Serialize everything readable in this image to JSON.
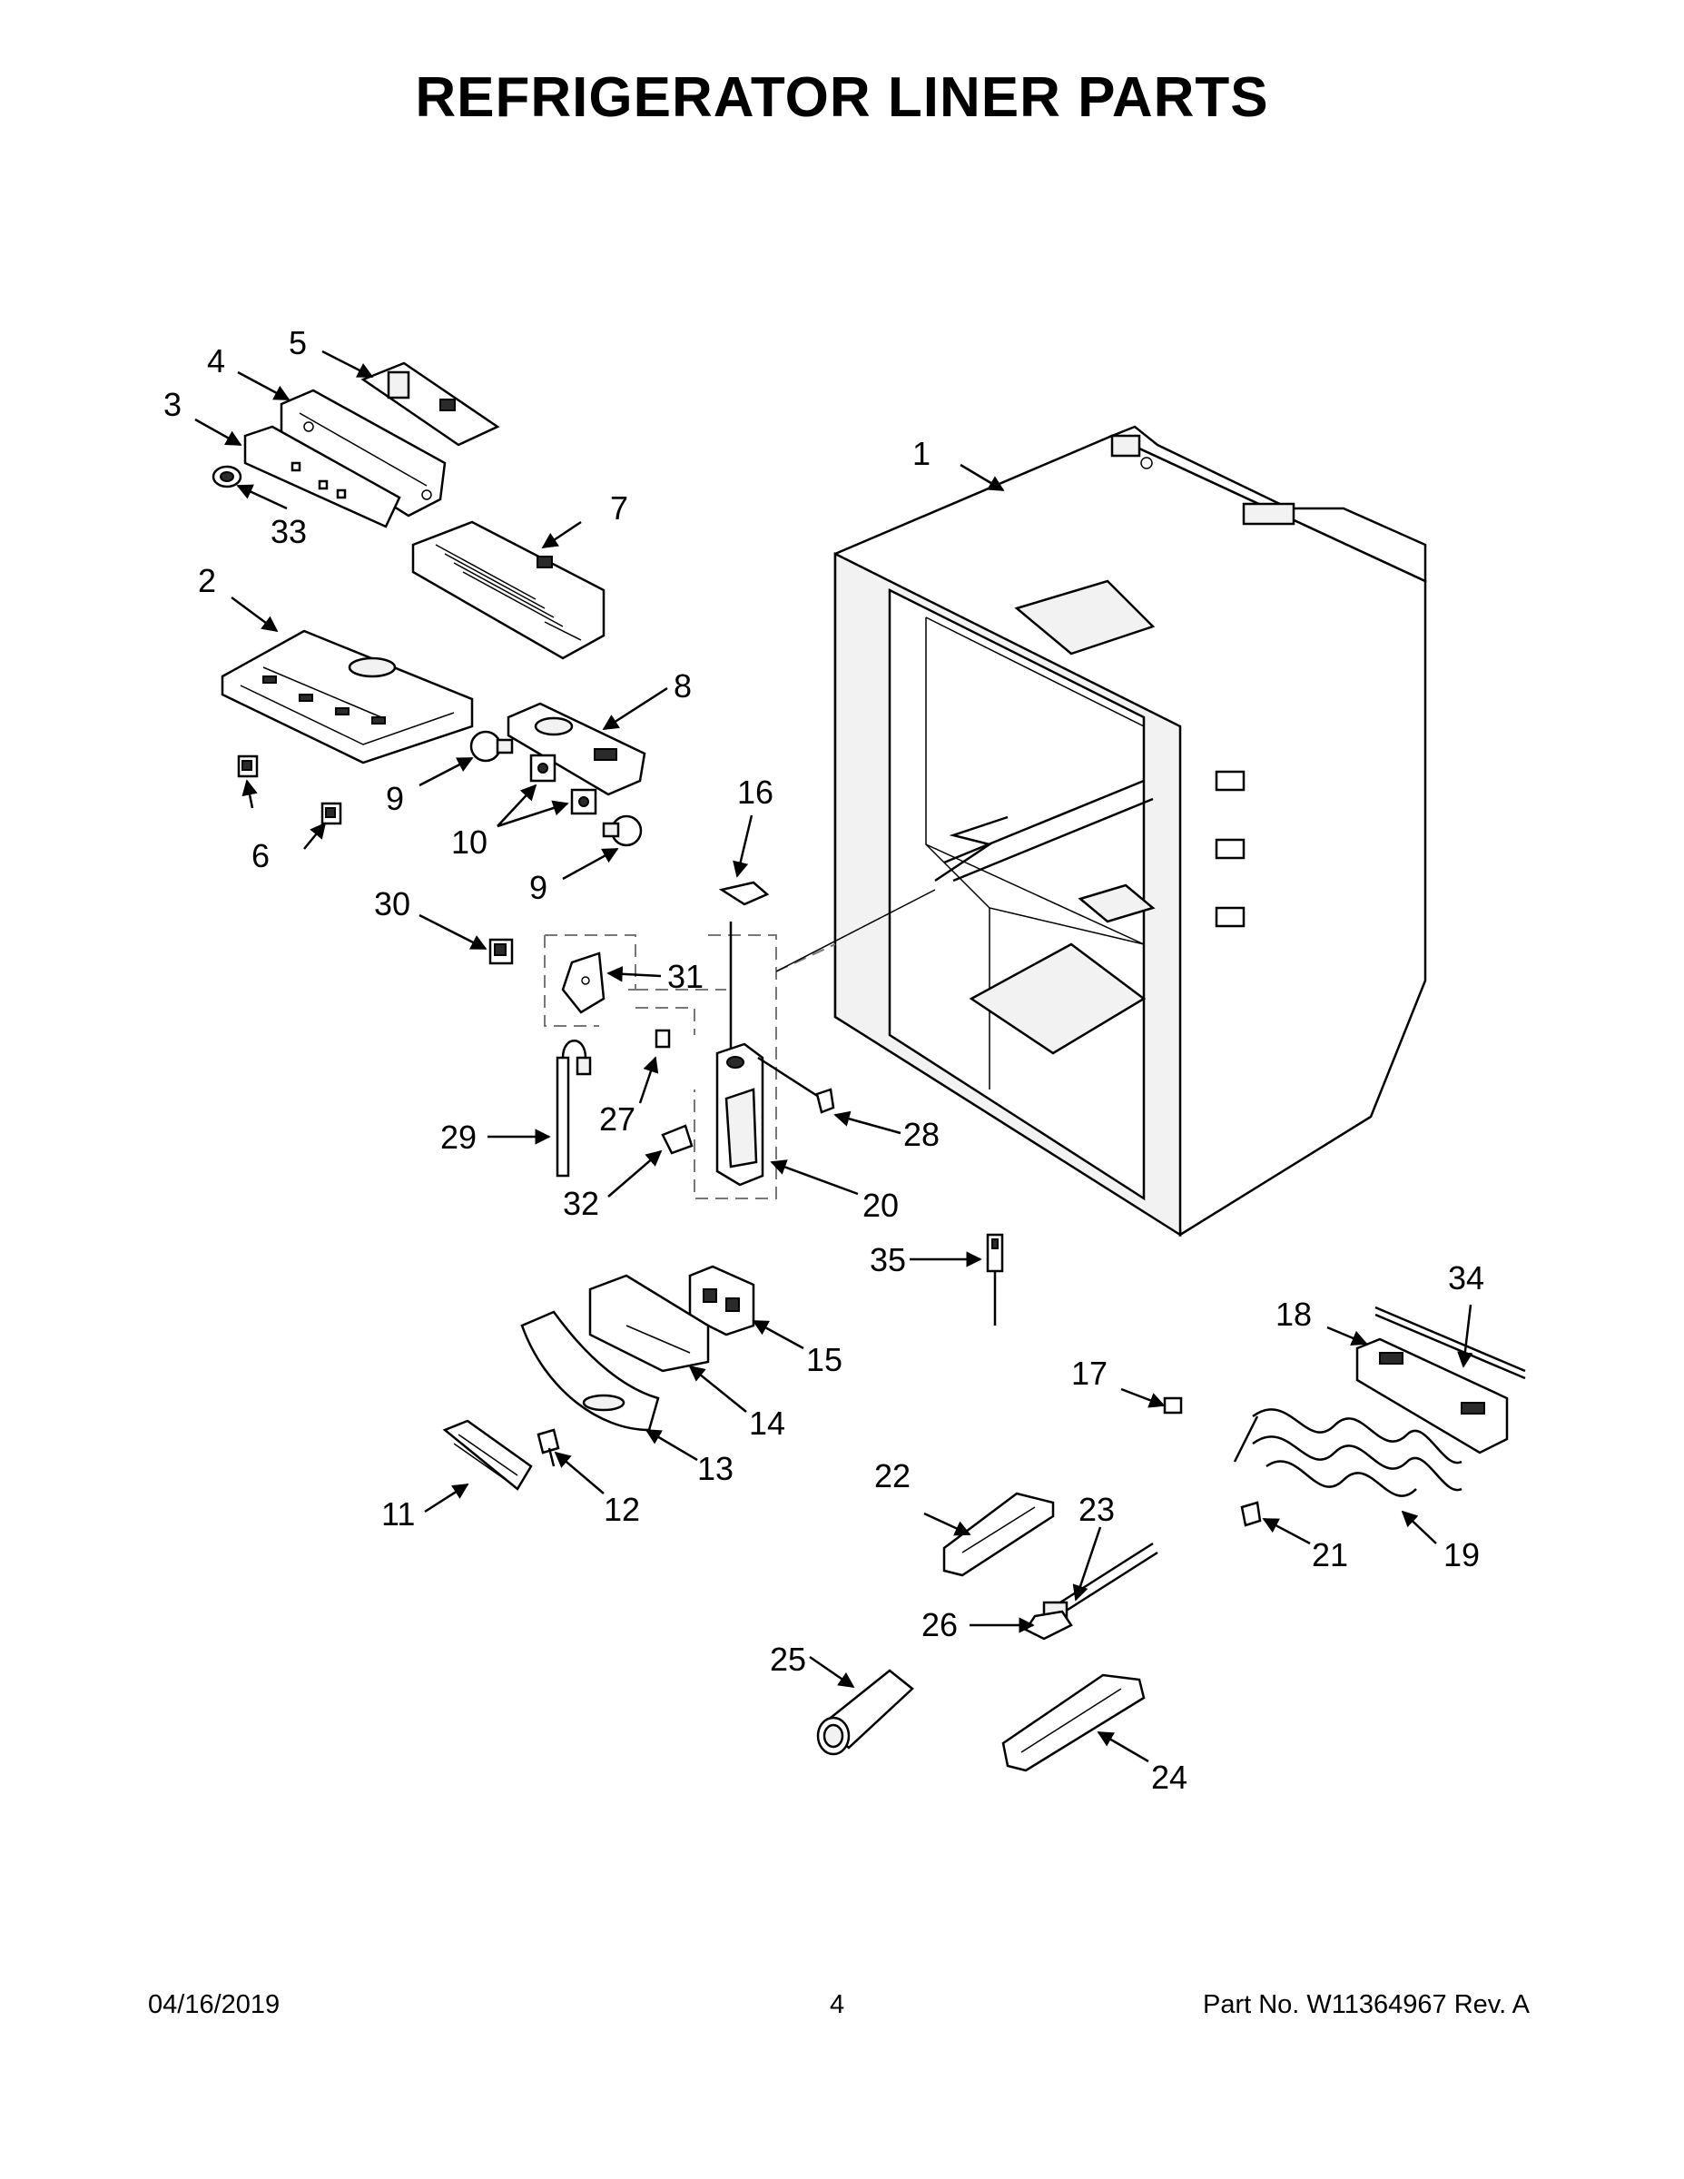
{
  "title": "REFRIGERATOR LINER PARTS",
  "footer": {
    "date": "04/16/2019",
    "page_number": "4",
    "part_number": "Part No.  W11364967  Rev.  A"
  },
  "callouts": {
    "c1": "1",
    "c2": "2",
    "c3": "3",
    "c4": "4",
    "c5": "5",
    "c6": "6",
    "c7": "7",
    "c8": "8",
    "c9a": "9",
    "c9b": "9",
    "c10": "10",
    "c11": "11",
    "c12": "12",
    "c13": "13",
    "c14": "14",
    "c15": "15",
    "c16": "16",
    "c17": "17",
    "c18": "18",
    "c19": "19",
    "c20": "20",
    "c21": "21",
    "c22": "22",
    "c23": "23",
    "c24": "24",
    "c25": "25",
    "c26": "26",
    "c27": "27",
    "c28": "28",
    "c29": "29",
    "c30": "30",
    "c31": "31",
    "c32": "32",
    "c33": "33",
    "c34": "34",
    "c35": "35"
  }
}
